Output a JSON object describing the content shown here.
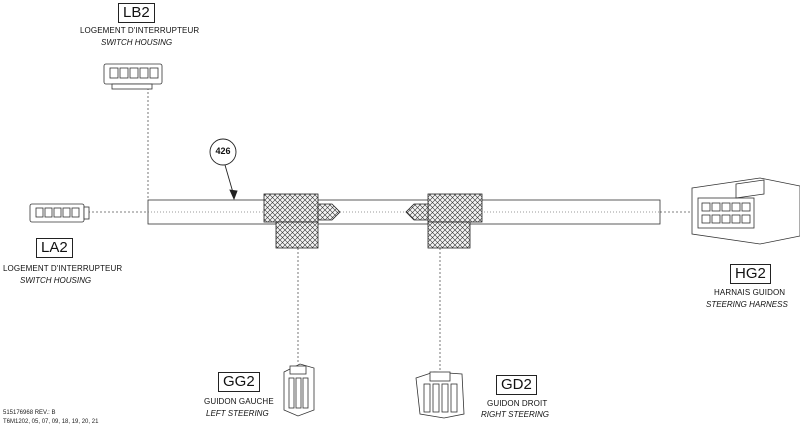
{
  "connectors": {
    "lb2": {
      "code": "LB2",
      "fr": "LOGEMENT D'INTERRUPTEUR",
      "en": "SWITCH HOUSING"
    },
    "la2": {
      "code": "LA2",
      "fr": "LOGEMENT D'INTERRUPTEUR",
      "en": "SWITCH HOUSING"
    },
    "hg2": {
      "code": "HG2",
      "fr": "HARNAIS GUIDON",
      "en": "STEERING HARNESS"
    },
    "gg2": {
      "code": "GG2",
      "fr": "GUIDON GAUCHE",
      "en": "LEFT STEERING"
    },
    "gd2": {
      "code": "GD2",
      "fr": "GUIDON DROIT",
      "en": "RIGHT STEERING"
    }
  },
  "callout": {
    "number": "426"
  },
  "footer": {
    "doc_ref": "515176968 REV.: B",
    "models": "T6M1202, 05, 07, 09, 18, 19, 20, 21"
  }
}
